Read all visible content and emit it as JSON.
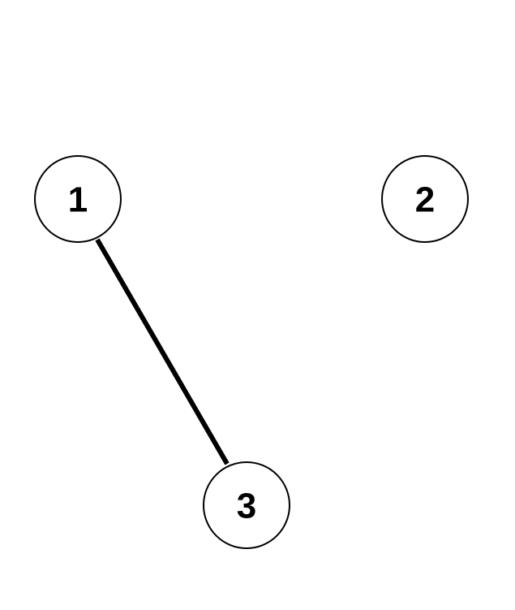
{
  "diagram": {
    "nodes": [
      {
        "id": "n1",
        "label": "1"
      },
      {
        "id": "n2",
        "label": "2"
      },
      {
        "id": "n3",
        "label": "3"
      }
    ],
    "edges": [
      {
        "from": "n1",
        "to": "n3"
      }
    ],
    "colors": {
      "background": "#ffffff",
      "stroke": "#000000",
      "text": "#000000"
    }
  }
}
